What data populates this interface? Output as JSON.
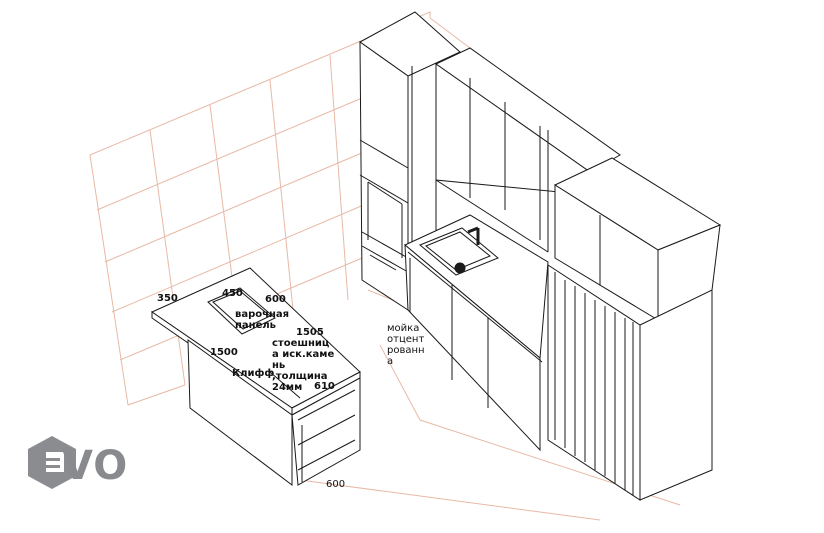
{
  "annotations": {
    "island_depth": "350",
    "hob_width": "450",
    "hob_length": "600",
    "hob_label": "варочная\nпанель",
    "countertop_depth": "1505",
    "island_length": "1500",
    "countertop_label": "стоешниц\nа иск.каме\nнь\n,толщина\n24мм",
    "island_model": "Клифф",
    "island_width": "610",
    "bottom_dim": "600",
    "sink_label": "мойка\nотцент\nрованн\nа"
  },
  "logo": {
    "text": "VO"
  },
  "colors": {
    "grid": "#e8b9a6",
    "lines": "#1a1a1a",
    "logo": "#8a8c90"
  }
}
